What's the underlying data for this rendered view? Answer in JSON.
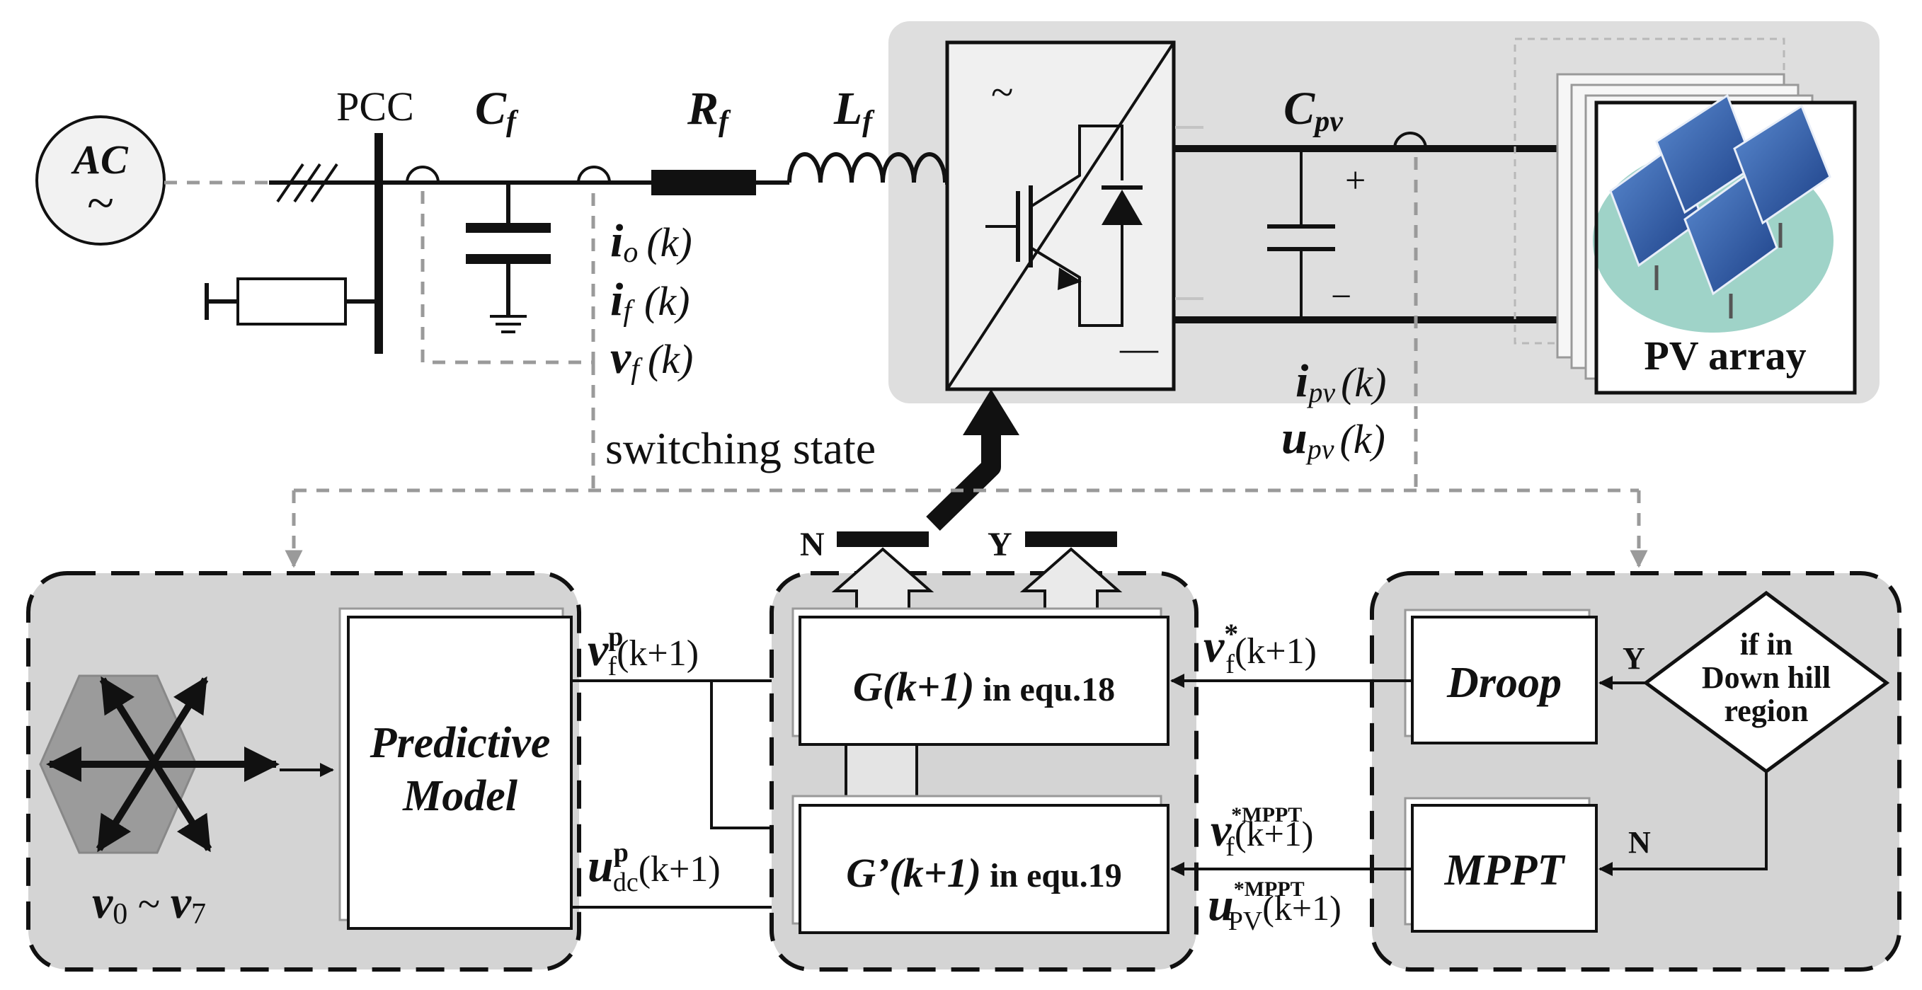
{
  "circuit": {
    "ac_source": "AC",
    "ac_tilde": "~",
    "pcc": "PCC",
    "cf": "C",
    "cf_sub": "f",
    "rf": "R",
    "rf_sub": "f",
    "lf": "L",
    "lf_sub": "f",
    "cpv": "C",
    "cpv_sub": "pv",
    "plus": "+",
    "minus": "−",
    "inverter_tilde": "~",
    "inverter_dash": "—",
    "pv_array": "PV array"
  },
  "measurements": {
    "io": "i",
    "io_sub": "o",
    "io_arg": "(k)",
    "if": "i",
    "if_sub": "f",
    "if_arg": "(k)",
    "vf": "v",
    "vf_sub": "f",
    "vf_arg": "(k)",
    "ipv": "i",
    "ipv_sub": "pv",
    "ipv_arg": "(k)",
    "upv": "u",
    "upv_sub": "pv",
    "upv_arg": "(k)"
  },
  "switching_state": "switching state",
  "selector": {
    "n_label": "N",
    "y_label": "Y"
  },
  "left_block": {
    "vectors_label_v0": "v",
    "v0_sub": "0",
    "tilde": " ~ ",
    "vectors_label_v7": "v",
    "v7_sub": "7",
    "predictive_model_line1": "Predictive",
    "predictive_model_line2": "Model",
    "vfp_main": "v",
    "vfp_sup": "p",
    "vfp_sub": "f",
    "vfp_arg": "(k+1)",
    "udcp_main": "u",
    "udcp_sup": "p",
    "udcp_sub": "dc",
    "udcp_arg": "(k+1)"
  },
  "middle_block": {
    "g_label": "G(k+1)",
    "g_eq": " in equ.18",
    "g2_label": "G’(k+1)",
    "g2_eq": " in equ.19"
  },
  "right_block": {
    "vf_star_main": "v",
    "vf_star_sup": "*",
    "vf_star_sub": "f",
    "vf_star_arg": "(k+1)",
    "vf_mppt_main": "v",
    "vf_mppt_sup": "*MPPT",
    "vf_mppt_sub": "f",
    "vf_mppt_arg": "(k+1)",
    "upv_mppt_main": "u",
    "upv_mppt_sup": "*MPPT",
    "upv_mppt_sub": "PV",
    "upv_mppt_arg": "(k+1)",
    "droop": "Droop",
    "mppt": "MPPT",
    "decision_line1": "if in",
    "decision_line2": "Down hill",
    "decision_line3": "region",
    "yes": "Y",
    "no": "N"
  }
}
